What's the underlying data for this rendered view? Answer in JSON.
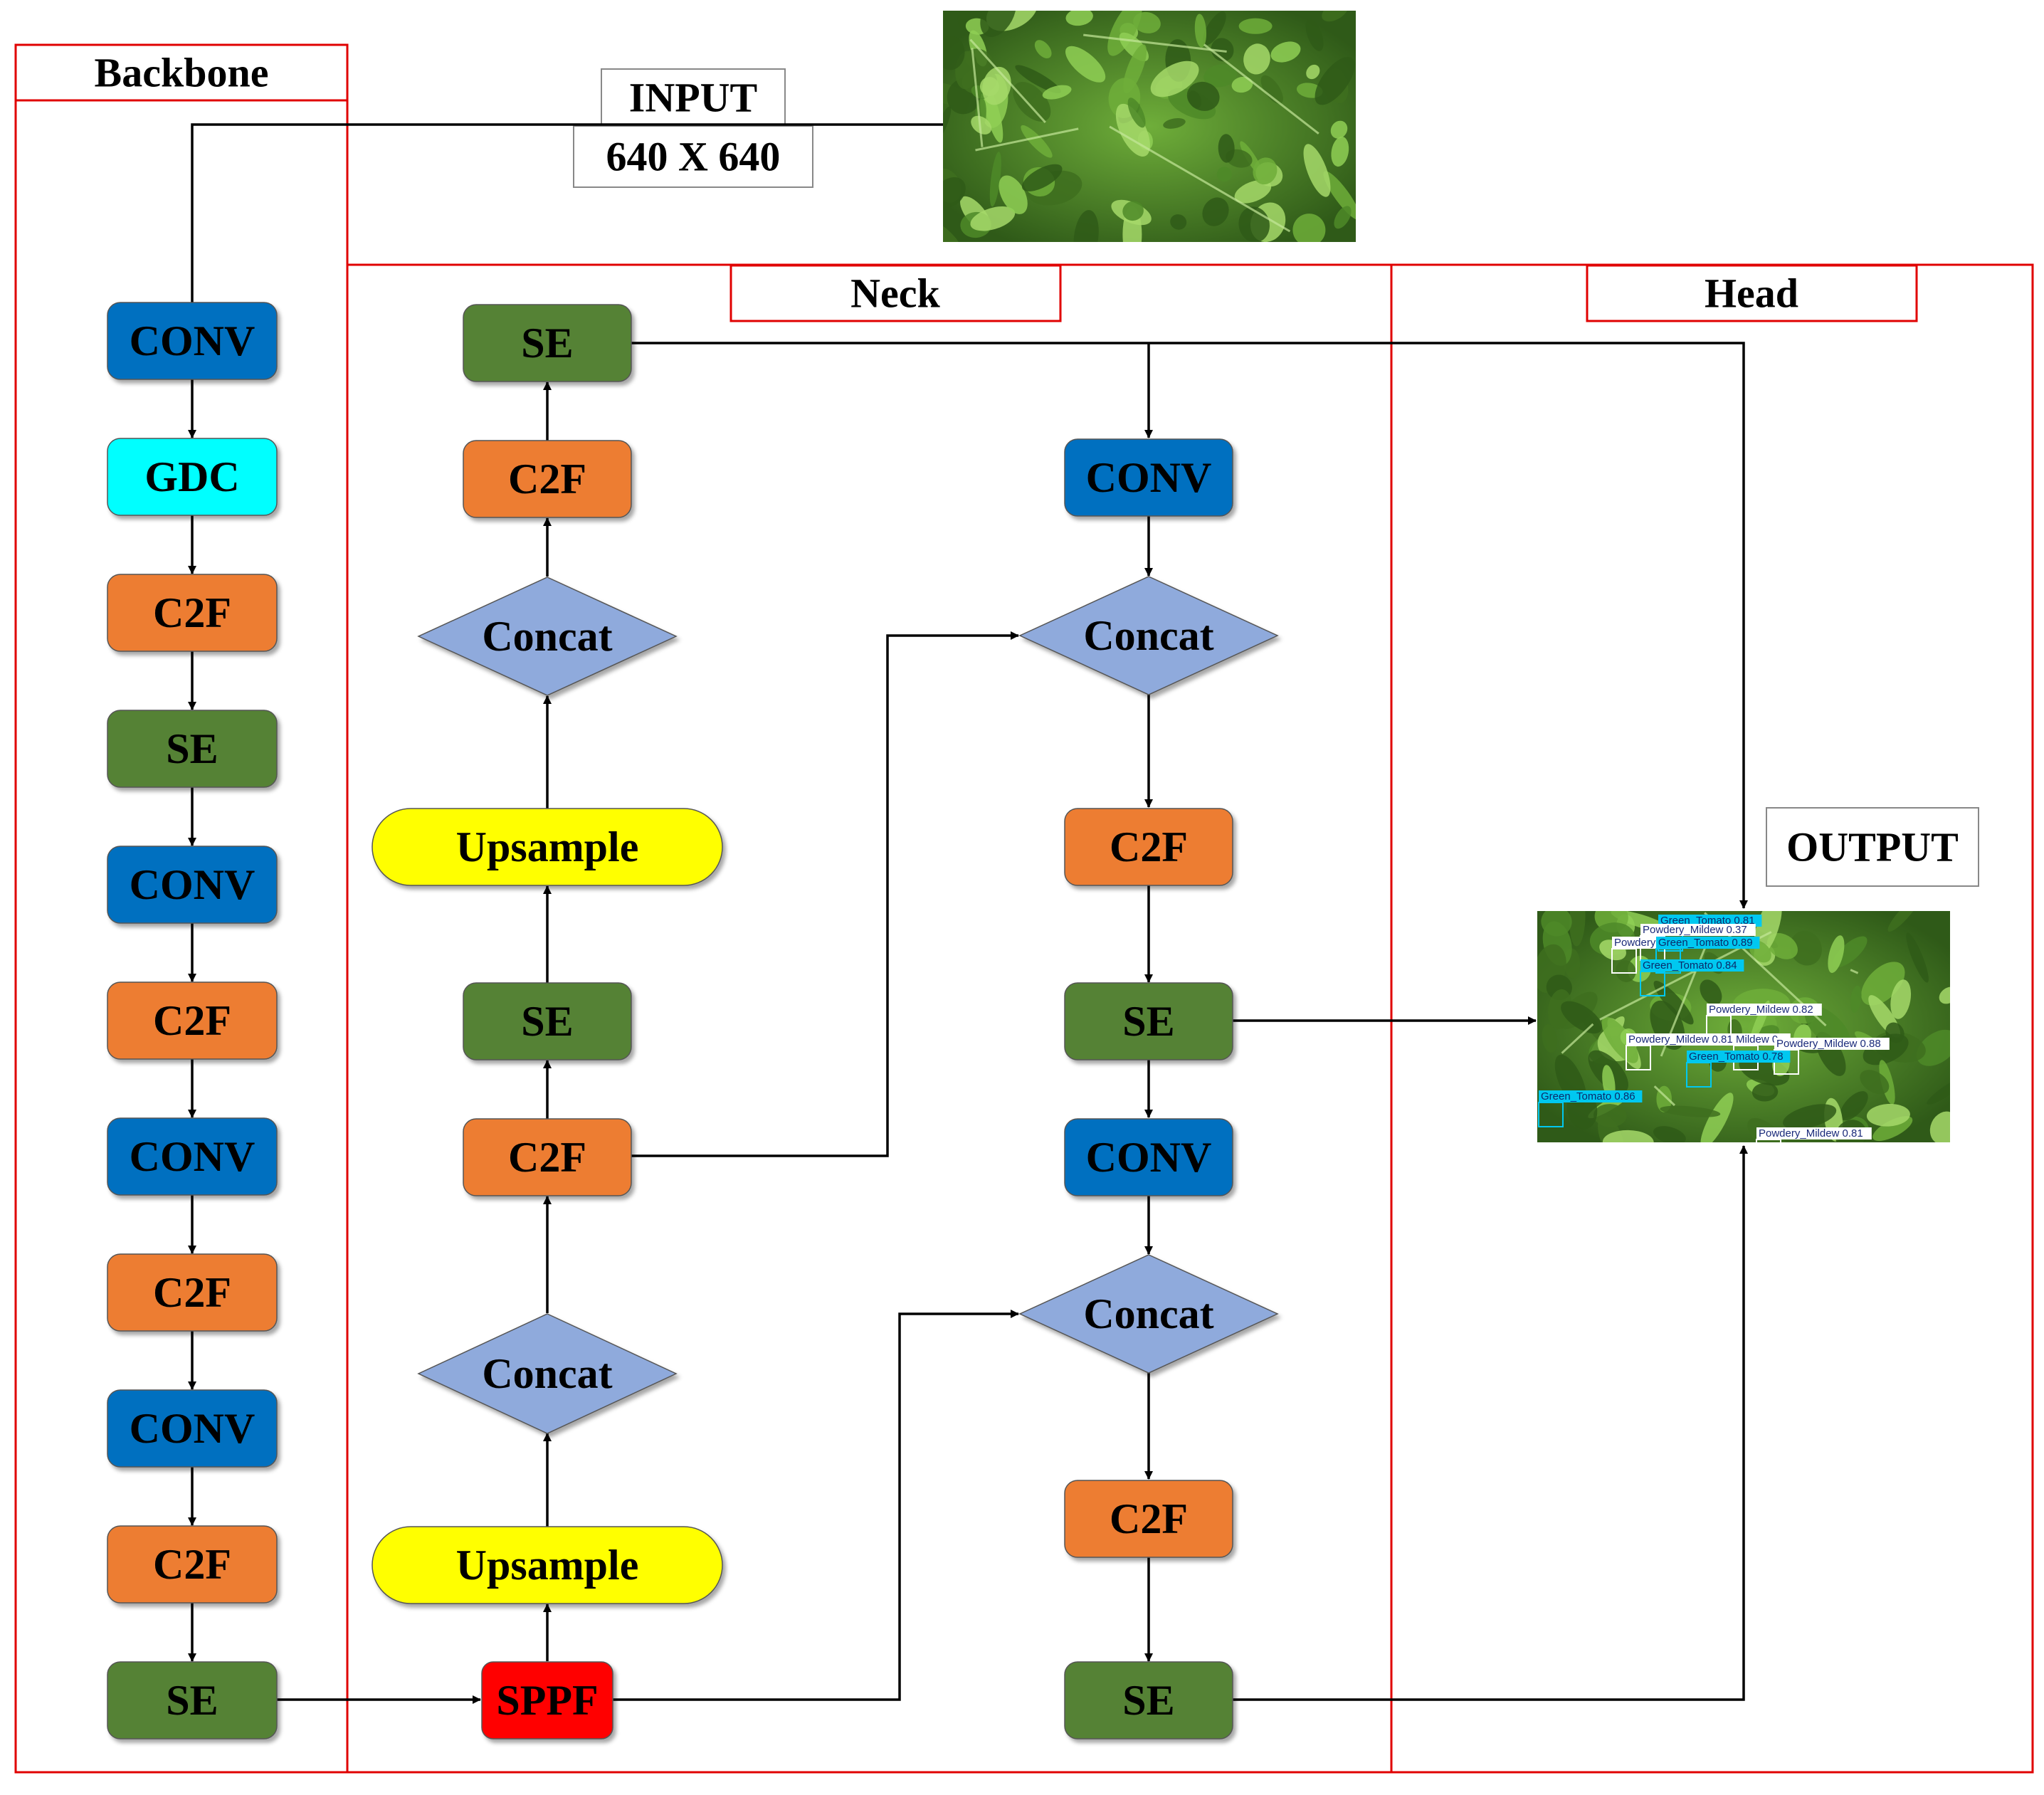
{
  "sections": {
    "backbone": "Backbone",
    "neck": "Neck",
    "head": "Head"
  },
  "input": {
    "label": "INPUT",
    "size": "640 X 640"
  },
  "output": {
    "label": "OUTPUT"
  },
  "backbone_nodes": [
    "CONV",
    "GDC",
    "C2F",
    "SE",
    "CONV",
    "C2F",
    "CONV",
    "C2F",
    "CONV",
    "C2F",
    "SE"
  ],
  "neck_left_nodes": {
    "sppf": "SPPF",
    "upsample_bottom": "Upsample",
    "concat_bottom": "Concat",
    "c2f_mid": "C2F",
    "se_mid": "SE",
    "upsample_top": "Upsample",
    "concat_top": "Concat",
    "c2f_top": "C2F",
    "se_top": "SE"
  },
  "neck_right_nodes": {
    "conv_top": "CONV",
    "concat_top": "Concat",
    "c2f_mid": "C2F",
    "se_mid": "SE",
    "conv_bottom": "CONV",
    "concat_bottom": "Concat",
    "c2f_bottom": "C2F",
    "se_bottom": "SE"
  },
  "detections": [
    "Green_Tomato 0.81",
    "Powdery_Mildew 0.37",
    "Powdery",
    "Green_Tomato 0.89",
    "Green_Tomato 0.84",
    "Powdery_Mildew 0.82",
    "Powdery_Mildew 0.81",
    "Mildew 0.",
    "Powdery_Mildew 0.88",
    "Green_Tomato 0.78",
    "Green_Tomato 0.86",
    "Powdery_Mildew 0.81"
  ],
  "colors": {
    "conv": "#0070c0",
    "gdc": "#00ffff",
    "c2f": "#ed7d31",
    "se": "#548235",
    "sppf": "#ff0000",
    "upsample": "#ffff00",
    "concat": "#8faadc",
    "frame": "#e00000",
    "leaf_dark": "#3e6e1e",
    "leaf_light": "#8fcf55",
    "det_cyan": "#00c8f0",
    "det_white": "#ffffff"
  }
}
